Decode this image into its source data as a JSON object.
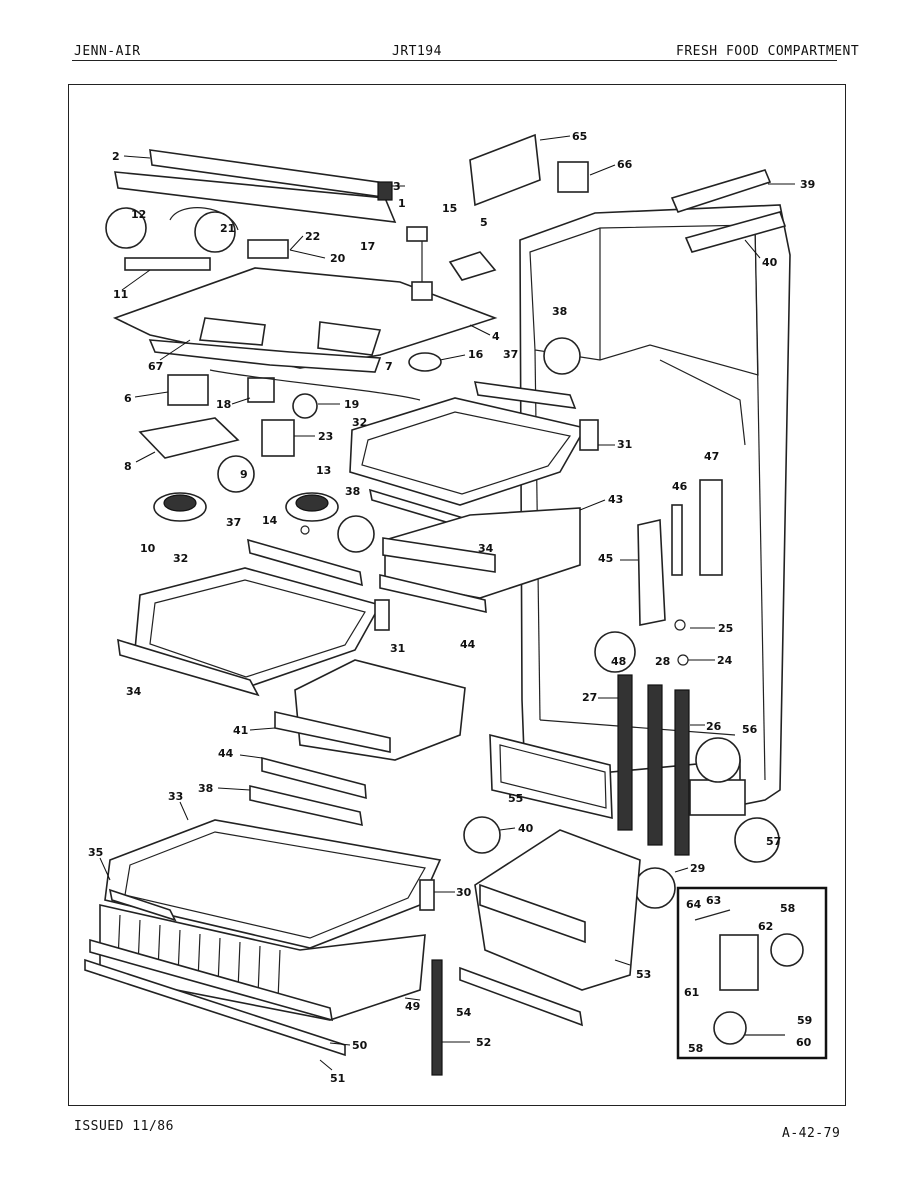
{
  "header": {
    "brand": "JENN-AIR",
    "model": "JRT194",
    "section": "FRESH FOOD COMPARTMENT"
  },
  "footer": {
    "issued": "ISSUED 11/86",
    "page_code": "A-42-79"
  },
  "callouts": [
    "2",
    "3",
    "1",
    "15",
    "65",
    "66",
    "39",
    "40",
    "5",
    "12",
    "21",
    "22",
    "20",
    "17",
    "11",
    "4",
    "67",
    "16",
    "38",
    "37",
    "6",
    "18",
    "19",
    "7",
    "32",
    "31",
    "23",
    "8",
    "9",
    "13",
    "14",
    "38",
    "43",
    "34",
    "10",
    "37",
    "32",
    "47",
    "46",
    "45",
    "44",
    "31",
    "25",
    "48",
    "28",
    "24",
    "34",
    "41",
    "27",
    "26",
    "56",
    "44",
    "38",
    "55",
    "33",
    "40",
    "57",
    "35",
    "30",
    "29",
    "64",
    "63",
    "58",
    "62",
    "53",
    "61",
    "59",
    "54",
    "49",
    "52",
    "50",
    "58",
    "60",
    "51"
  ]
}
